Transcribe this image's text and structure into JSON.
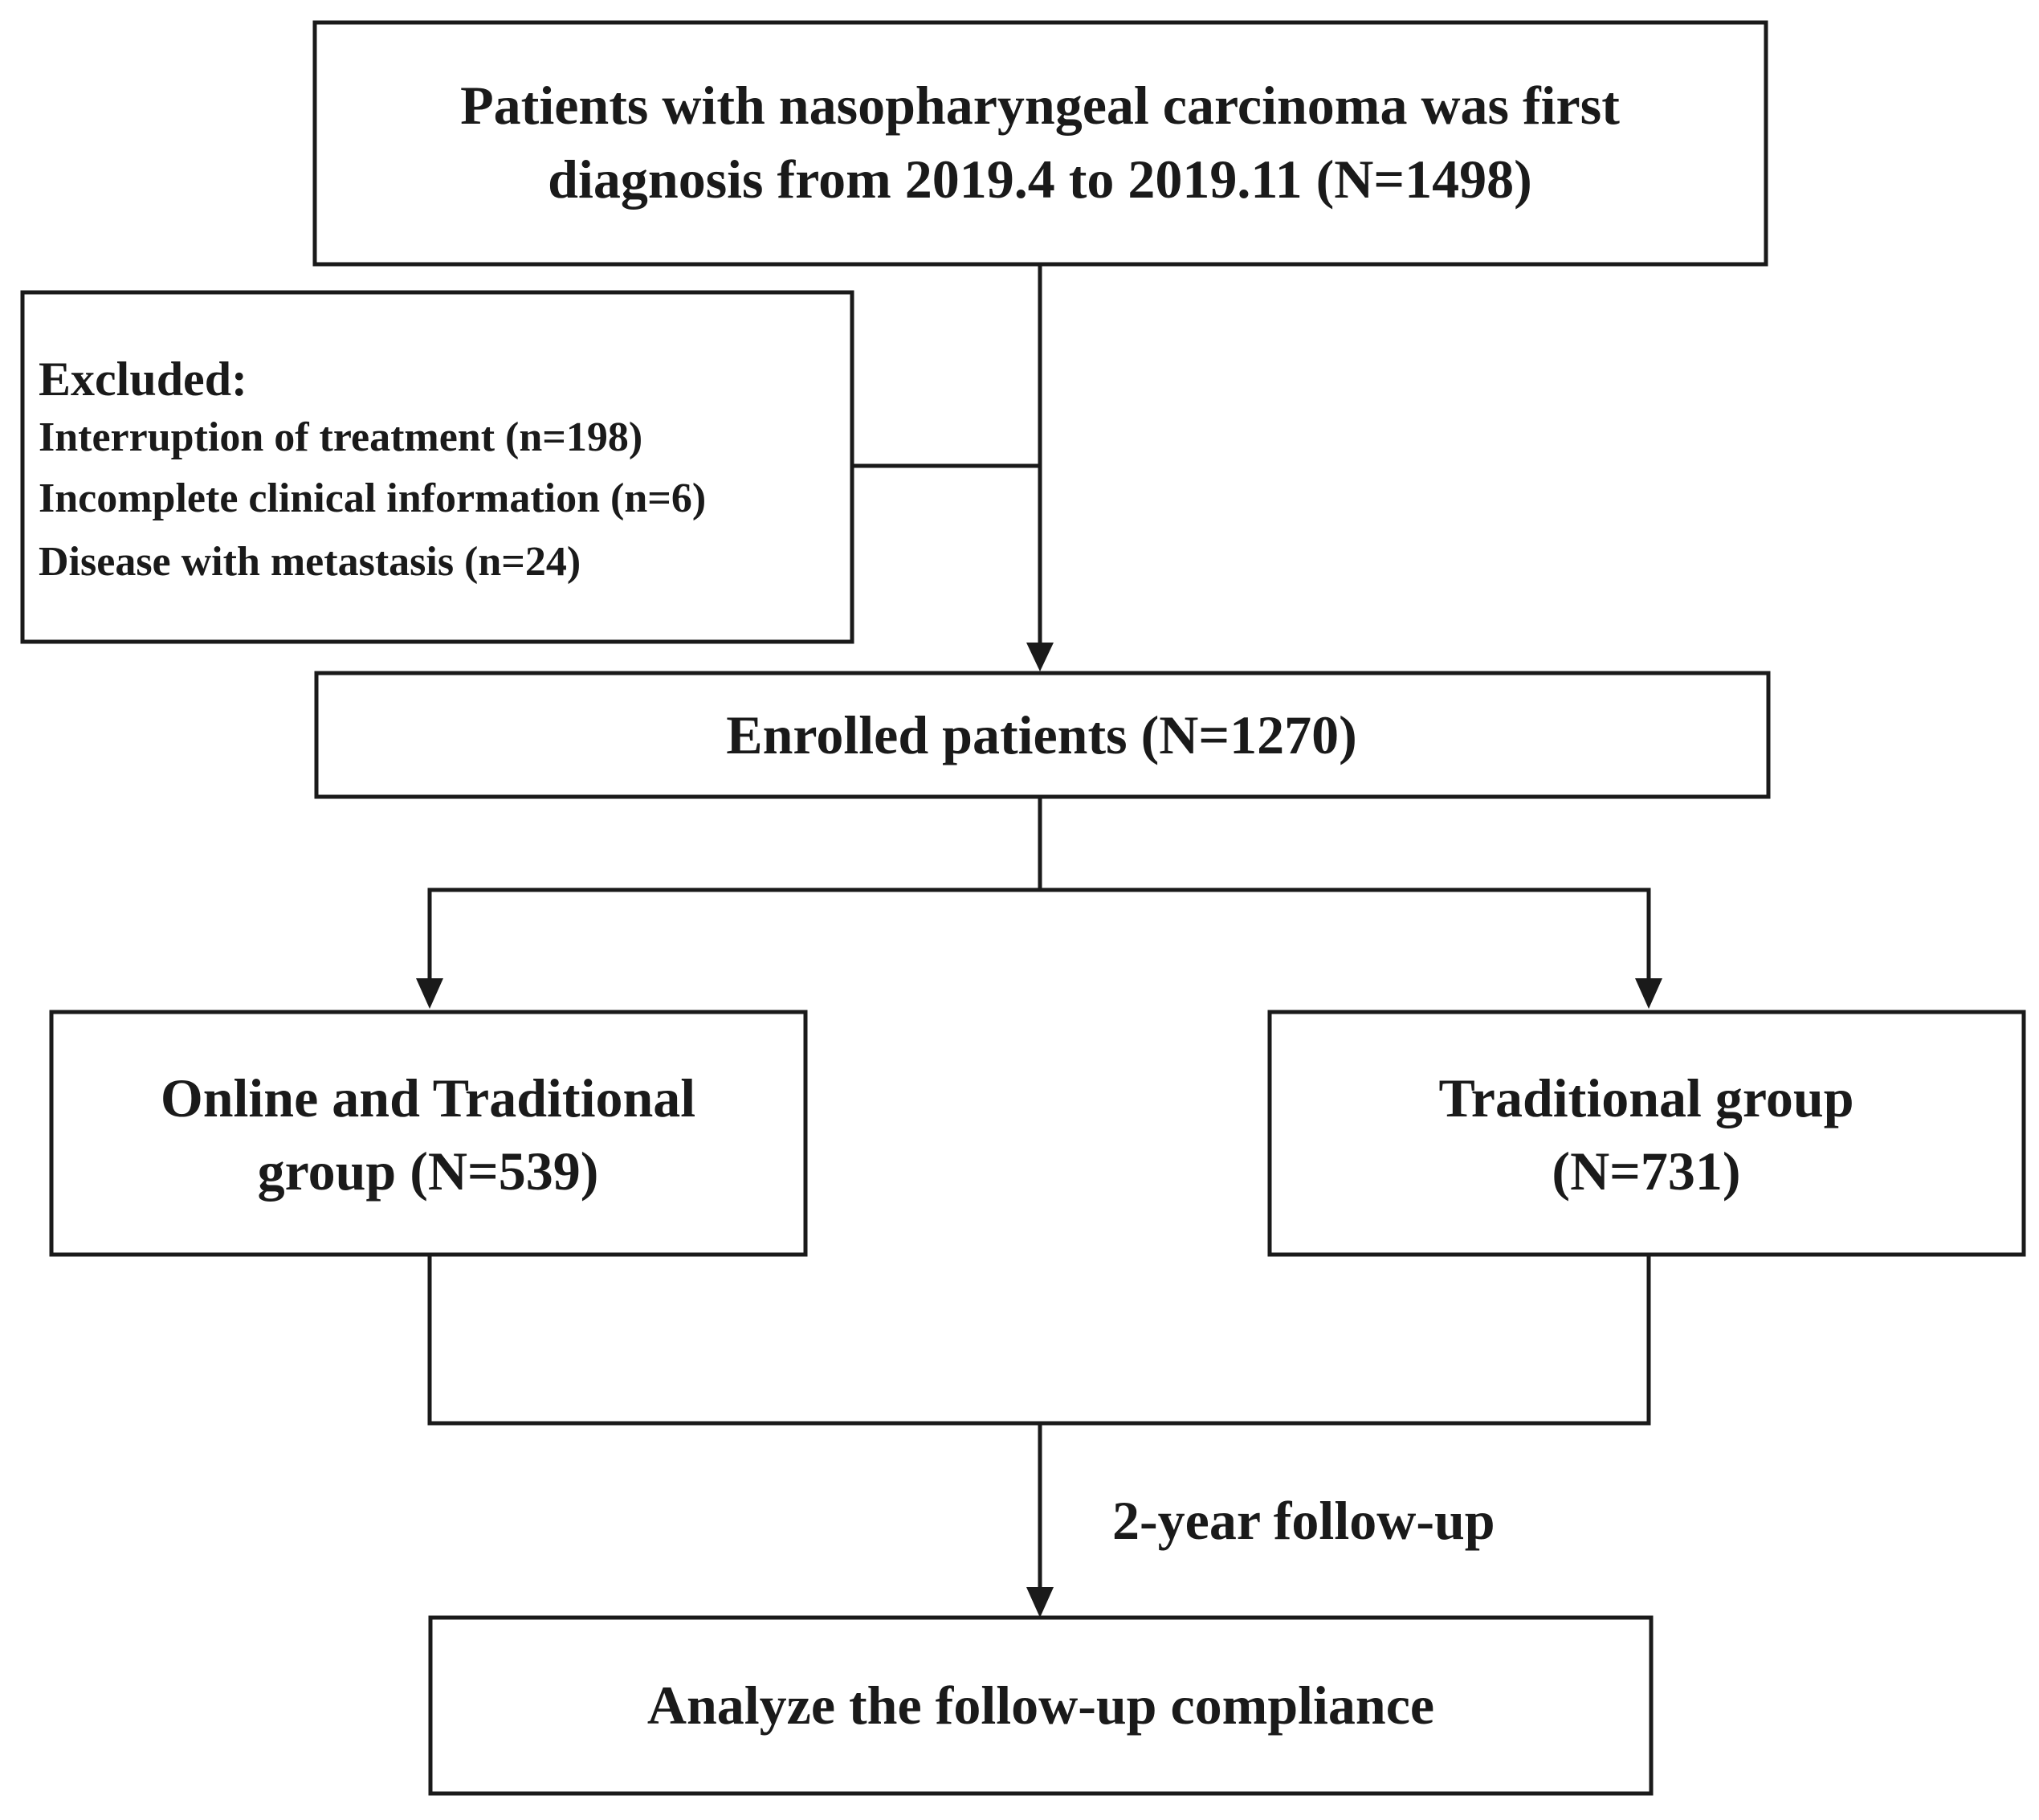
{
  "boxes": {
    "diagnosed": {
      "lines": [
        "Patients with nasopharyngeal carcinoma was first",
        "diagnosis from 2019.4 to 2019.11 (N=1498)"
      ]
    },
    "excluded": {
      "title": "Excluded:",
      "items": [
        "Interruption of treatment (n=198)",
        "Incomplete clinical information (n=6)",
        "Disease with metastasis (n=24)"
      ]
    },
    "enrolled": {
      "label": "Enrolled patients (N=1270)"
    },
    "online_traditional": {
      "lines": [
        "Online and Traditional",
        "group (N=539)"
      ]
    },
    "traditional": {
      "lines": [
        "Traditional group",
        "(N=731)"
      ]
    },
    "analyze": {
      "label": "Analyze the follow-up compliance"
    }
  },
  "edge_labels": {
    "follow_up": "2-year follow-up"
  }
}
